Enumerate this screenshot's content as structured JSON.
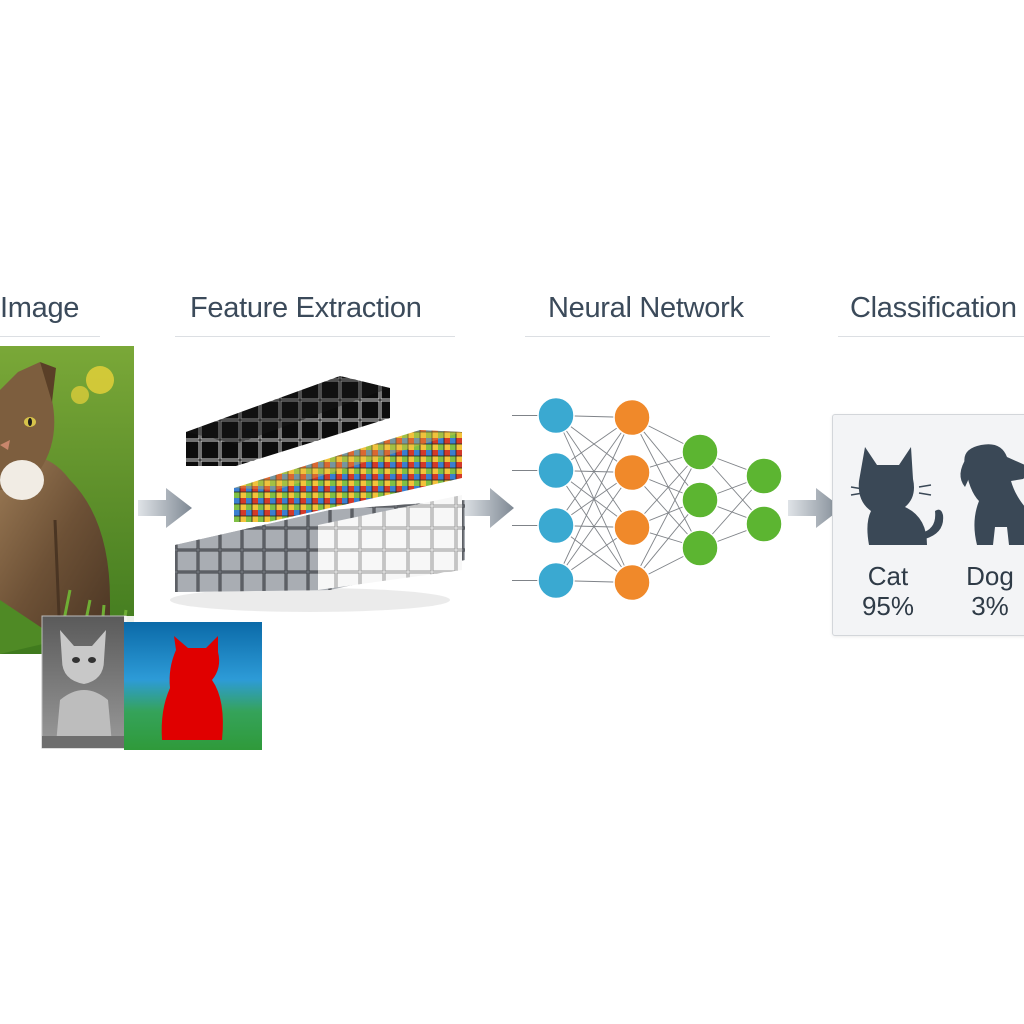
{
  "stages": [
    {
      "title": "Image"
    },
    {
      "title": "Feature Extraction"
    },
    {
      "title": "Neural Network"
    },
    {
      "title": "Classification"
    }
  ],
  "classes": [
    {
      "name": "Cat",
      "probability": "95%",
      "icon": "cat-silhouette-icon"
    },
    {
      "name": "Dog",
      "probability": "3%",
      "icon": "dog-silhouette-icon"
    }
  ],
  "network": {
    "layers": [
      4,
      4,
      3,
      2
    ],
    "layer_colors": [
      "#3aa9d1",
      "#f0892a",
      "#5cb531",
      "#5cb531"
    ]
  },
  "colors": {
    "title_text": "#3b4a5a",
    "arrow": "#7e8893",
    "segmentation_mask": "#e00000",
    "silhouette": "#3a4856"
  }
}
